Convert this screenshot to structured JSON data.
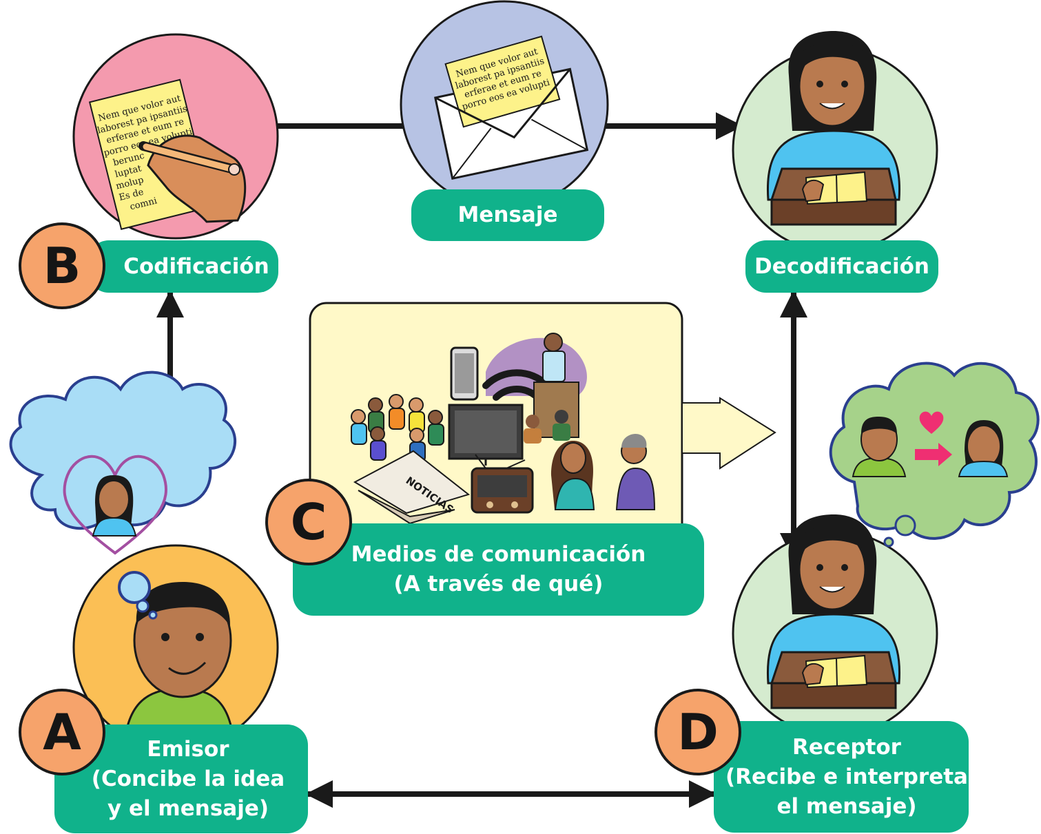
{
  "nodes": {
    "emisor": {
      "badge": "A",
      "line1": "Emisor",
      "line2": "(Concibe la idea",
      "line3": "y el mensaje)"
    },
    "codificacion": {
      "badge": "B",
      "label": "Codificación"
    },
    "mensaje": {
      "label": "Mensaje"
    },
    "decodificacion": {
      "label": "Decodificación"
    },
    "medios": {
      "badge": "C",
      "line1": "Medios de comunicación",
      "line2": "(A través de qué)"
    },
    "receptor": {
      "badge": "D",
      "line1": "Receptor",
      "line2": "(Recibe e interpreta",
      "line3": "el mensaje)"
    }
  },
  "paper_text": {
    "lines": [
      "Nem que volor aut",
      "laborest pa ipsantiis",
      "erferae et eum re",
      "porro eos ea volupti"
    ],
    "codificacion_extra": [
      "berunc",
      "luptat",
      "molup",
      "Es de",
      "comni"
    ]
  },
  "newspaper_label": "NOTICIAS",
  "colors": {
    "box": "#10b28b",
    "badge": "#f6a36b",
    "codificacion_circle": "#f49aae",
    "mensaje_circle": "#b7c3e4",
    "person_circle": "#d5ebcf",
    "emisor_circle": "#fbbf55",
    "thought_cloud_blue": "#a9ddf6",
    "thought_cloud_green": "#a6d28a",
    "medios_panel": "#fff9c8",
    "arrow": "#1a1a1a"
  }
}
